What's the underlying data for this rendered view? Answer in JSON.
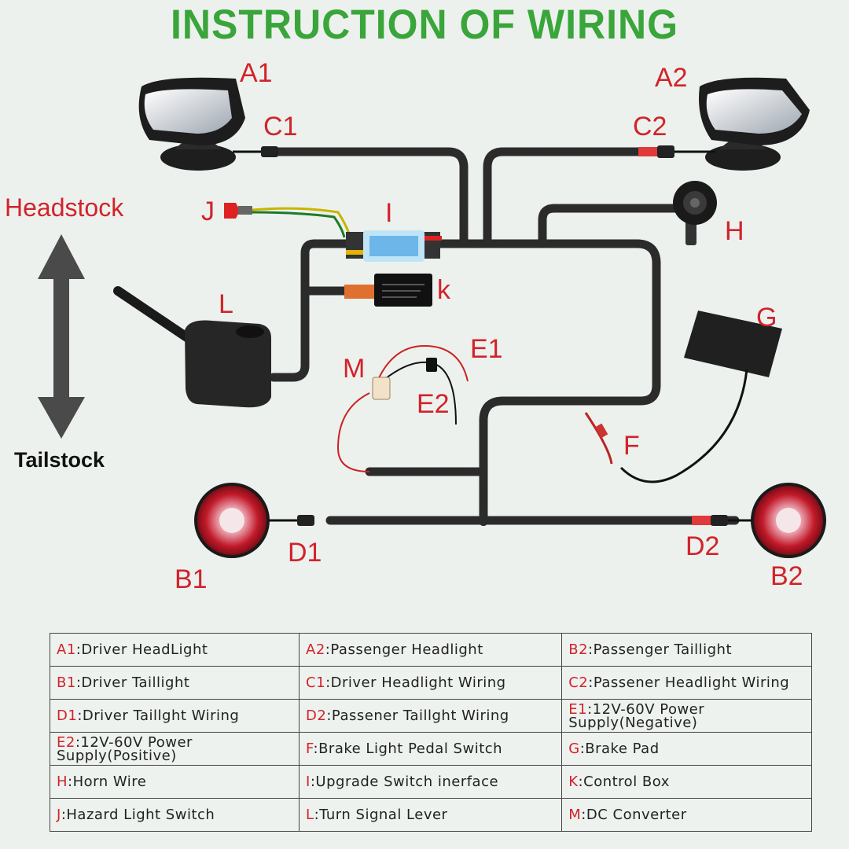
{
  "title": "INSTRUCTION OF WIRING",
  "colors": {
    "title": "#3aa53a",
    "label_red": "#d2232a",
    "harness": "#2b2b2b",
    "background": "#ecf1ee"
  },
  "direction": {
    "top_label": "Headstock",
    "bottom_label": "Tailstock"
  },
  "part_labels": {
    "A1": "A1",
    "A2": "A2",
    "B1": "B1",
    "B2": "B2",
    "C1": "C1",
    "C2": "C2",
    "D1": "D1",
    "D2": "D2",
    "E1": "E1",
    "E2": "E2",
    "F": "F",
    "G": "G",
    "H": "H",
    "I": "I",
    "J": "J",
    "K": "k",
    "L": "L",
    "M": "M"
  },
  "legend": [
    [
      {
        "key": "A1",
        "desc": "Driver HeadLight"
      },
      {
        "key": "A2",
        "desc": "Passenger Headlight"
      },
      {
        "key": "B2",
        "desc": "Passenger Taillight"
      }
    ],
    [
      {
        "key": "B1",
        "desc": "Driver Taillight"
      },
      {
        "key": "C1",
        "desc": "Driver Headlight Wiring"
      },
      {
        "key": "C2",
        "desc": "Passener Headlight Wiring"
      }
    ],
    [
      {
        "key": "D1",
        "desc": "Driver Taillght Wiring"
      },
      {
        "key": "D2",
        "desc": "Passener Taillght Wiring"
      },
      {
        "key": "E1",
        "desc": "12V-60V Power\n  Supply(Negative)"
      }
    ],
    [
      {
        "key": "E2",
        "desc": "12V-60V Power\n  Supply(Positive)"
      },
      {
        "key": "F",
        "desc": "Brake Light Pedal Switch"
      },
      {
        "key": "G",
        "desc": "Brake Pad"
      }
    ],
    [
      {
        "key": "H",
        "desc": "Horn Wire"
      },
      {
        "key": "I",
        "desc": "Upgrade Switch inerface"
      },
      {
        "key": "K",
        "desc": "Control Box"
      }
    ],
    [
      {
        "key": "J",
        "desc": "Hazard Light Switch"
      },
      {
        "key": "L",
        "desc": "Turn Signal Lever"
      },
      {
        "key": "M",
        "desc": "DC Converter"
      }
    ]
  ]
}
